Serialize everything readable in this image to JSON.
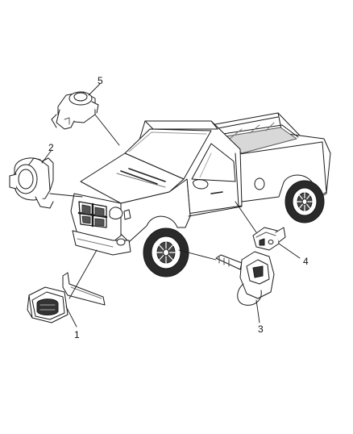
{
  "callouts": [
    {
      "id": "1",
      "label": "1"
    },
    {
      "id": "2",
      "label": "2"
    },
    {
      "id": "3",
      "label": "3"
    },
    {
      "id": "4",
      "label": "4"
    },
    {
      "id": "5",
      "label": "5"
    }
  ],
  "colors": {
    "line": "#1a1a1a",
    "fill": "#ffffff",
    "shade": "#555555",
    "dark": "#222222"
  },
  "parts": {
    "vehicle": "pickup-truck",
    "items": [
      "sensor-1-bracket",
      "sensor-2-round",
      "sensor-3-wheel-speed",
      "sensor-4-mounted",
      "sensor-5-dome"
    ]
  }
}
